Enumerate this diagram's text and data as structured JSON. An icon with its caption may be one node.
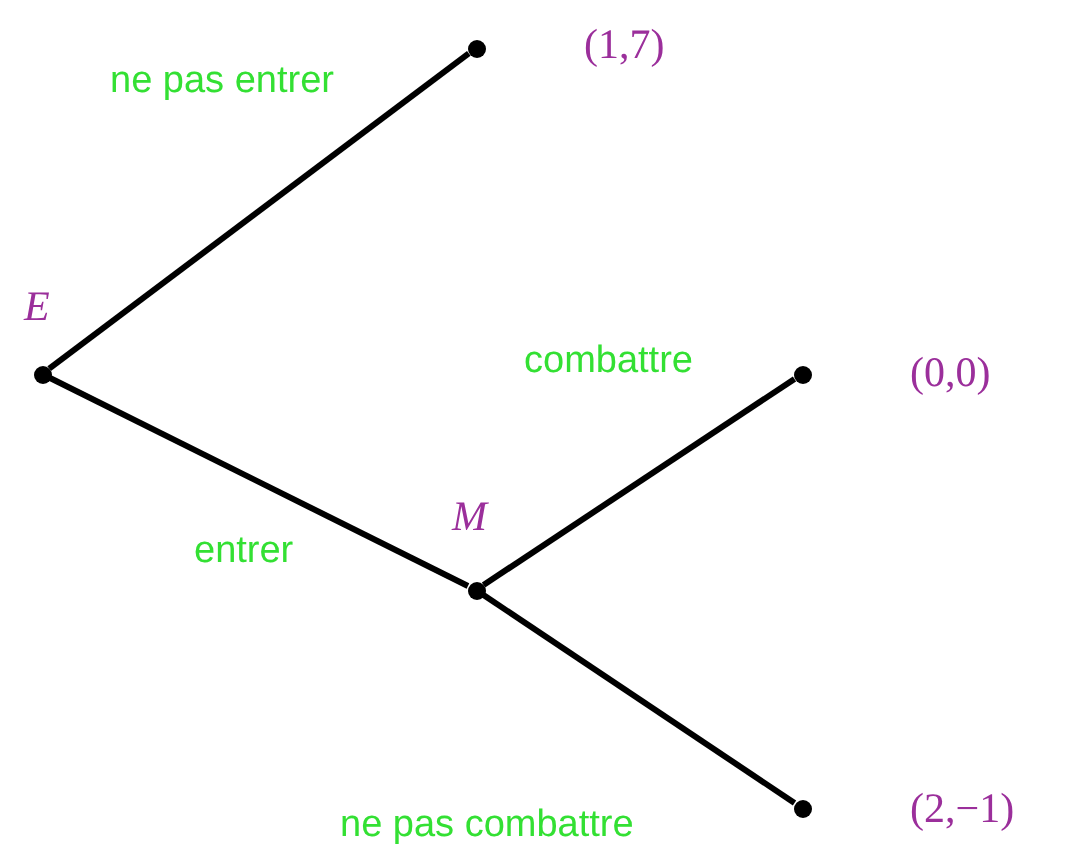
{
  "diagram": {
    "nodes": [
      {
        "text": [],
        "shape": "circle",
        "beside": [
          "E"
        ]
      },
      {
        "text": [],
        "shape": "circle",
        "beside": [
          "(1,7)"
        ]
      },
      {
        "text": [],
        "shape": "circle",
        "beside": [
          "M"
        ]
      },
      {
        "text": [],
        "shape": "circle",
        "beside": [
          "(0,0)"
        ]
      },
      {
        "text": [],
        "shape": "circle",
        "beside": [
          "(2,−1)"
        ]
      }
    ],
    "edges": [
      {
        "from": 0,
        "to": 1,
        "arrow": "none",
        "label": "ne pas entrer"
      },
      {
        "from": 0,
        "to": 2,
        "arrow": "none",
        "label": "entrer"
      },
      {
        "from": 2,
        "to": 3,
        "arrow": "none",
        "label": "combattre"
      },
      {
        "from": 2,
        "to": 4,
        "arrow": "none",
        "label": "ne pas combattre"
      }
    ]
  }
}
